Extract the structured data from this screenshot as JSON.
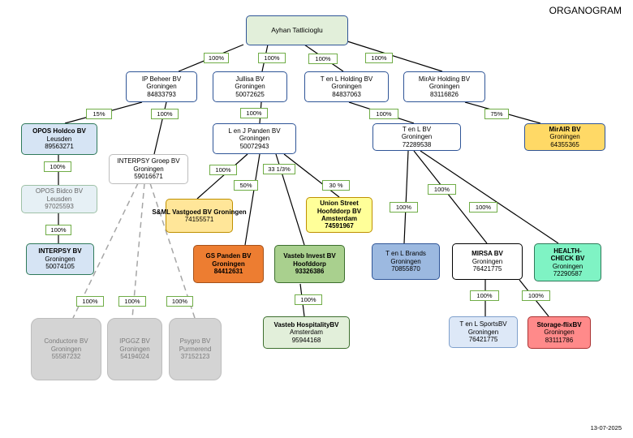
{
  "header": {
    "title": "ORGANOGRAM",
    "date": "13-07-2025"
  },
  "nodes": {
    "ayhan": {
      "name": "Ayhan Tatlicioglu"
    },
    "ip_beheer": {
      "name": "IP Beheer BV",
      "city": "Groningen",
      "number": "84833793"
    },
    "jullisa": {
      "name": "Jullisa BV",
      "city": "Groningen",
      "number": "50072625"
    },
    "tenl_holding": {
      "name": "T en L Holding BV",
      "city": "Groningen",
      "number": "84837063"
    },
    "mirair_holding": {
      "name": "MirAir Holding BV",
      "city": "Groningen",
      "number": "83116826"
    },
    "opos_holdco": {
      "name": "OPOS Holdco BV",
      "city": "Leusden",
      "number": "89563271"
    },
    "opos_bidco": {
      "name": "OPOS Bidco BV",
      "city": "Leusden",
      "number": "97025593"
    },
    "interpsy_bv": {
      "name": "INTERPSY BV",
      "city": "Groningen",
      "number": "50074105"
    },
    "interpsy_groep": {
      "name": "INTERPSY Groep  BV",
      "city": "Groningen",
      "number": "59016671"
    },
    "len_j": {
      "name": "L en J Panden BV",
      "city": "Groningen",
      "number": "50072943"
    },
    "tenl_bv": {
      "name": "T en L BV",
      "city": "Groningen",
      "number": "72289538"
    },
    "mirair_bv": {
      "name": "MirAIR BV",
      "city": "Groningen",
      "number": "64355365"
    },
    "sml": {
      "name": "S&ML Vastgoed BV Groningen",
      "number": "74155571"
    },
    "gs_panden": {
      "name": "GS Panden BV",
      "city": "Groningen",
      "number": "84412631"
    },
    "vasteb_invest": {
      "name": "Vasteb  Invest BV",
      "city": "Hoofddorp",
      "number": "93326386"
    },
    "union_street": {
      "name1": "Union Street",
      "name2": "Hoofddorp BV",
      "city": "Amsterdam",
      "number": "74591967"
    },
    "tenl_brands": {
      "name": "T en L Brands",
      "city": "Groningen",
      "number": "70855870"
    },
    "mirsa": {
      "name": "MIRSA BV",
      "city": "Groningen",
      "number": "76421775"
    },
    "health_check": {
      "name1": "HEALTH-",
      "name2": "CHECK BV",
      "city": "Groningen",
      "number": "72290587"
    },
    "vasteb_hosp": {
      "name": "Vasteb  HospitalityBV",
      "city": "Amsterdam",
      "number": "95944168"
    },
    "conductore": {
      "name": "Conductore  BV",
      "city": "Groningen",
      "number": "55587232"
    },
    "ipggz": {
      "name": "IPGGZ BV",
      "city": "Groningen",
      "number": "54194024"
    },
    "psygro": {
      "name": "Psygro BV",
      "city": "Purmerend",
      "number": "37152123"
    },
    "tenl_sports": {
      "name": "T en L SportsBV",
      "city": "Groningen",
      "number": "76421775"
    },
    "storage_flix": {
      "name": "Storage-flixBV",
      "city": "Groningen",
      "number": "83111786"
    }
  },
  "shares": {
    "ayhan_ipbeheer": "100%",
    "ayhan_jullisa": "100%",
    "ayhan_tenl_holding": "100%",
    "ayhan_mirair_holding": "100%",
    "ipbeheer_opos": "15%",
    "ipbeheer_interpsy_groep": "100%",
    "jullisa_lenj": "100%",
    "tenl_holding_tenl_bv": "100%",
    "mirair_holding_mirair_bv": "75%",
    "opos_holdco_bidco": "100%",
    "opos_bidco_interpsy": "100%",
    "lenj_sml": "100%",
    "lenj_gs": "50%",
    "lenj_vasteb": "33 1/3%",
    "lenj_union": "30 %",
    "vasteb_hosp": "100%",
    "tenl_brands": "100%",
    "tenl_mirsa": "100%",
    "tenl_health": "100%",
    "interpsy_conductore": "100%",
    "interpsy_ipggz": "100%",
    "interpsy_psygro": "100%",
    "mirsa_sports": "100%",
    "mirsa_storage": "100%"
  },
  "colors": {
    "line": "#000000",
    "dashed_line": "#a6a6a6",
    "share_border": "#70ad47",
    "box_border": "#2f5597"
  }
}
